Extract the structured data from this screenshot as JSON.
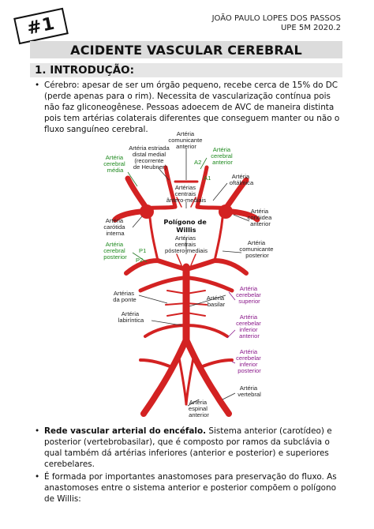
{
  "badge": "#1",
  "header": {
    "author": "JOÃO PAULO LOPES DOS PASSOS",
    "course": "UPE 5M 2020.2"
  },
  "title": "ACIDENTE VASCULAR CEREBRAL",
  "section": "1. INTRODUÇÃO:",
  "intro": "Cérebro: apesar de ser um órgão pequeno, recebe cerca de 15% do DC (perde apenas para o rim). Necessita de vascularização contínua pois não faz gliconeogênese. Pessoas adoecem de AVC de maneira distinta pois tem artérias colaterais diferentes que conseguem manter ou não o fluxo sanguíneo cerebral.",
  "diagram": {
    "labels": {
      "acom": [
        "Artéria",
        "comunicante",
        "anterior"
      ],
      "heubner": [
        "Artéria estriada",
        "distal medial",
        "(recorrente",
        "de Heubner)"
      ],
      "aca": [
        "Artéria",
        "cerebral",
        "anterior"
      ],
      "mca": [
        "Artéria",
        "cerebral",
        "média"
      ],
      "a2": "A2",
      "a1": "A1",
      "ophthalmic": [
        "Artéria",
        "oftálmica"
      ],
      "anteromedial": [
        "Artérias",
        "centrais",
        "ântero-mediais"
      ],
      "ica": [
        "Artéria",
        "carótida",
        "interna"
      ],
      "willis": [
        "Polígono de",
        "Willis"
      ],
      "achoroidal": [
        "Artéria",
        "corióidea",
        "anterior"
      ],
      "posteromedial": [
        "Artérias",
        "centrais",
        "póstero-mediais"
      ],
      "pca": [
        "Artéria",
        "cerebral",
        "posterior"
      ],
      "p1": "P1",
      "p2": "P2",
      "pcom": [
        "Artéria",
        "comunicante",
        "posterior"
      ],
      "pontine": [
        "Artérias",
        "da ponte"
      ],
      "basilar": [
        "Artéria",
        "basilar"
      ],
      "sca": [
        "Artéria",
        "cerebelar",
        "superior"
      ],
      "labyrinthine": [
        "Artéria",
        "labiríntica"
      ],
      "aica": [
        "Artéria",
        "cerebelar",
        "inferior",
        "anterior"
      ],
      "pica": [
        "Artéria",
        "cerebelar",
        "inferior",
        "posterior"
      ],
      "vertebral": [
        "Artéria",
        "vertebral"
      ],
      "spinal": [
        "Artéria",
        "espinal",
        "anterior"
      ]
    }
  },
  "list": [
    {
      "lead": "Rede vascular arterial do encéfalo.",
      "text": " Sistema anterior (carotídeo) e posterior (vertebrobasilar), que é composto por ramos da subclávia o qual também dá artérias inferiores (anterior e posterior) e superiores cerebelares."
    },
    {
      "lead": "",
      "text": "É formada por importantes anastomoses para preservação do fluxo. As anastomoses entre o sistema anterior e posterior compõem o polígono de Willis:"
    }
  ],
  "colors": {
    "artery": "#d32222",
    "green_label": "#1f8a1f",
    "purple_label": "#8b1a8b",
    "title_bar": "#dcdcdc"
  }
}
